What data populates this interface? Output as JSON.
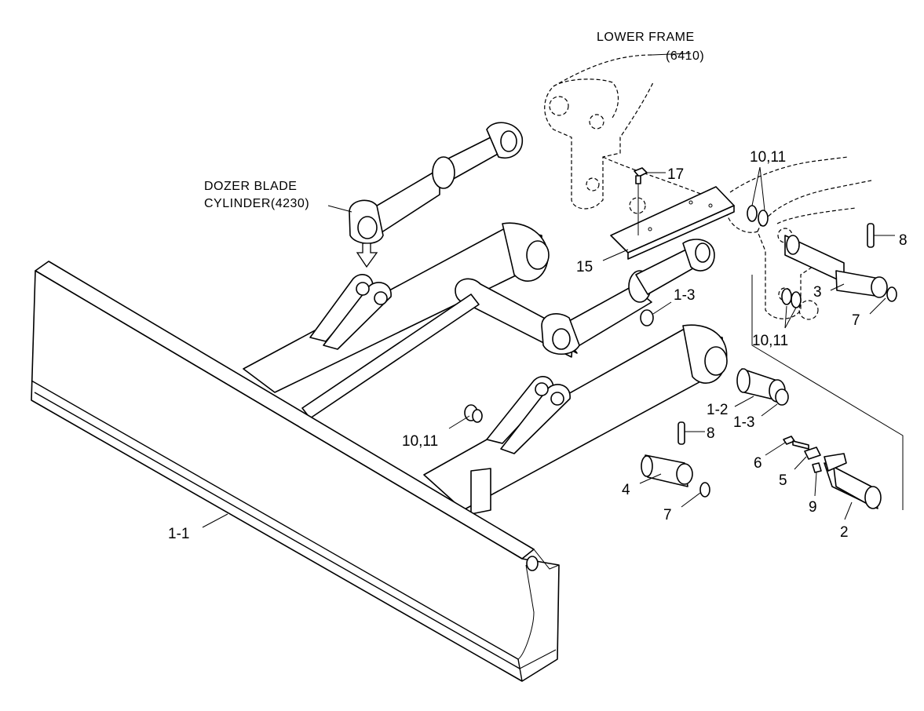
{
  "labels": {
    "lower_frame": "LOWER FRAME",
    "lower_frame_ref": "(6410)",
    "cylinder_line1": "DOZER BLADE",
    "cylinder_line2": "CYLINDER(4230)",
    "p1_1": "1-1",
    "p1_2": "1-2",
    "p1_3_top": "1-3",
    "p1_3_bottom": "1-3",
    "p2": "2",
    "p3": "3",
    "p4": "4",
    "p5": "5",
    "p6": "6",
    "p7_top": "7",
    "p7_bottom": "7",
    "p8_top": "8",
    "p8_bottom": "8",
    "p9": "9",
    "p10_11_top": "10,11",
    "p10_11_mid": "10,11",
    "p10_11_left": "10,11",
    "p15": "15",
    "p17": "17"
  },
  "icons": {
    "arrow": "down-arrow-icon"
  }
}
